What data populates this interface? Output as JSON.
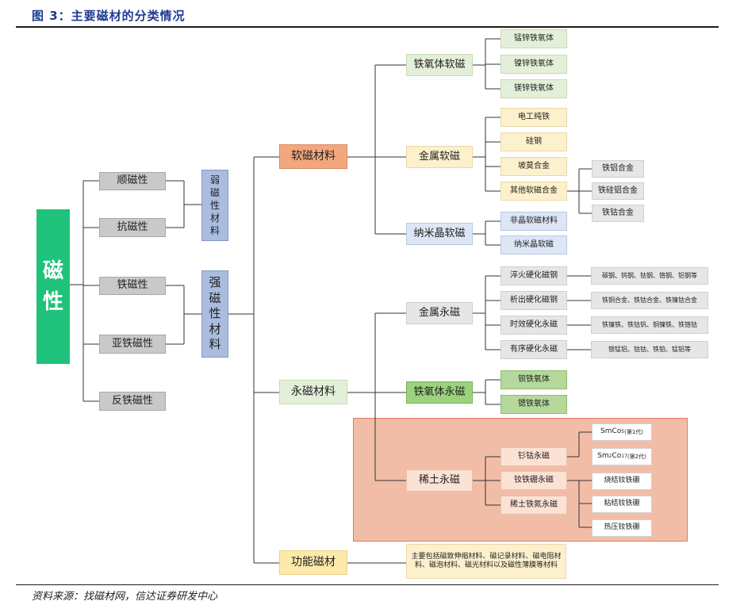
{
  "figure": {
    "title": "图 3：主要磁材的分类情况",
    "source": "资料来源：找磁材网，信达证券研发中心"
  },
  "root": {
    "label": "磁性"
  },
  "properties": {
    "diamagnetic": "顺磁性",
    "antimagnetic": "抗磁性",
    "ferromagnetic": "铁磁性",
    "ferrimagnetic": "亚铁磁性",
    "antiferromagnetic": "反铁磁性"
  },
  "groups": {
    "weak": [
      "弱",
      "磁",
      "性",
      "材",
      "料"
    ],
    "strong": [
      "强",
      "磁",
      "性",
      "材",
      "料"
    ]
  },
  "categories": {
    "soft": "软磁材料",
    "permanent": "永磁材料",
    "functional": "功能磁材"
  },
  "soft": {
    "ferrite": {
      "label": "铁氧体软磁",
      "items": [
        "锰锌铁氧体",
        "镍锌铁氧体",
        "镁锌铁氧体"
      ]
    },
    "metal": {
      "label": "金属软磁",
      "items": [
        "电工纯铁",
        "硅钢",
        "坡莫合金",
        "其他软磁合金"
      ],
      "other_alloys": [
        "铁铝合金",
        "铁硅铝合金",
        "铁钴合金"
      ]
    },
    "nano": {
      "label": "纳米晶软磁",
      "items": [
        "非晶软磁材料",
        "纳米晶软磁"
      ]
    }
  },
  "permanent": {
    "metal": {
      "label": "金属永磁",
      "items": [
        "淬火硬化磁钢",
        "析出硬化磁钢",
        "时效硬化永磁",
        "有序硬化永磁"
      ],
      "details": [
        "碳钢、钨钢、钴钢、铬钢、铝钢等",
        "铁铜合金、铁钴合金、铁镍钴合金",
        "铁镍铁、铁钴钒、铜镍铁、铁铬钴",
        "银锰铝、钴钴、铁铂、锰铝等"
      ]
    },
    "ferrite": {
      "label": "铁氧体永磁",
      "items": [
        "钡铁氧体",
        "锶铁氧体"
      ]
    },
    "rare_earth": {
      "label": "稀土永磁",
      "items": [
        "钐钴永磁",
        "钕铁硼永磁",
        "稀土铁氮永磁"
      ],
      "smco": [
        {
          "base": "SmCo",
          "sub": "5",
          "gen": "(第1代)"
        },
        {
          "base": "Sm",
          "sub1": "2",
          "mid": "Co",
          "sub2": "17",
          "gen": "(第2代)"
        }
      ],
      "ndfeb": [
        "烧结钕铁硼",
        "粘结钕铁硼",
        "热压钕铁硼"
      ]
    }
  },
  "functional": {
    "description": "主要包括磁致伸缩材料、磁记录材料、磁电阻材料、磁泡材料、磁光材料以及磁性薄膜等材料"
  },
  "colors": {
    "title": "#1f3a93",
    "root": "#1fc27a",
    "rare_panel": "#f2bda7",
    "soft": "#f2a87c",
    "permanent_ferrite": "#9bd27e",
    "functional": "#fde9a9",
    "lines": "#333333"
  }
}
